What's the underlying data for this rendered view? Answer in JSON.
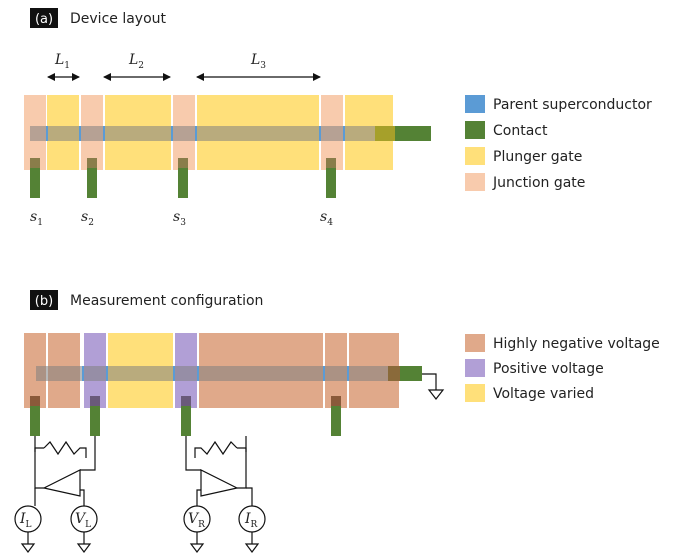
{
  "panel_a": {
    "tag": "(a)",
    "title": "Device layout",
    "length_labels": [
      {
        "main": "L",
        "sub": "1"
      },
      {
        "main": "L",
        "sub": "2"
      },
      {
        "main": "L",
        "sub": "3"
      }
    ],
    "site_labels": [
      {
        "main": "s",
        "sub": "1"
      },
      {
        "main": "s",
        "sub": "2"
      },
      {
        "main": "s",
        "sub": "3"
      },
      {
        "main": "s",
        "sub": "4"
      }
    ],
    "legend": [
      {
        "label": "Parent superconductor",
        "color": "#5b9bd5"
      },
      {
        "label": "Contact",
        "color": "#548235"
      },
      {
        "label": "Plunger gate",
        "color": "#ffe07a"
      },
      {
        "label": "Junction gate",
        "color": "#f8cbad"
      }
    ]
  },
  "panel_b": {
    "tag": "(b)",
    "title": "Measurement configuration",
    "legend": [
      {
        "label": "Highly negative voltage",
        "color": "#e0a98a"
      },
      {
        "label": "Positive voltage",
        "color": "#b19fd6"
      },
      {
        "label": "Voltage varied",
        "color": "#ffe07a"
      }
    ],
    "meters": [
      {
        "main": "I",
        "sub": "L"
      },
      {
        "main": "V",
        "sub": "L"
      },
      {
        "main": "V",
        "sub": "R"
      },
      {
        "main": "I",
        "sub": "R"
      }
    ]
  }
}
